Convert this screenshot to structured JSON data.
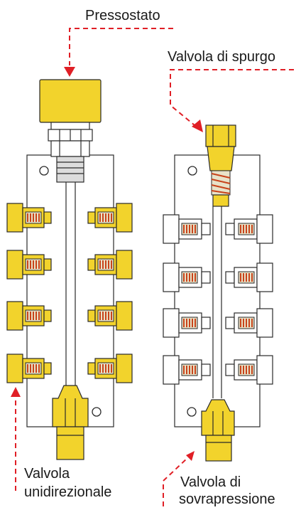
{
  "labels": {
    "pressostato": "Pressostato",
    "valvola_spurgo": "Valvola di spurgo",
    "valvola_unidirezionale_line1": "Valvola",
    "valvola_unidirezionale_line2": "unidirezionale",
    "valvola_sovrapressione_line1": "Valvola di",
    "valvola_sovrapressione_line2": "sovrapressione"
  },
  "colors": {
    "leader": "#e01f26",
    "brass_yellow": "#f2d32c",
    "spring_orange": "#c8431a",
    "outline": "#2a2a2a"
  },
  "manifolds": [
    {
      "name": "left-manifold",
      "valve_rows": 4,
      "valve_color": "yellow",
      "top_fitting": "pressure-switch",
      "bottom_fitting": "yellow-fitting"
    },
    {
      "name": "right-manifold",
      "valve_rows": 4,
      "valve_color": "white",
      "top_fitting": "purge-valve",
      "bottom_fitting": "overpressure-valve"
    }
  ]
}
